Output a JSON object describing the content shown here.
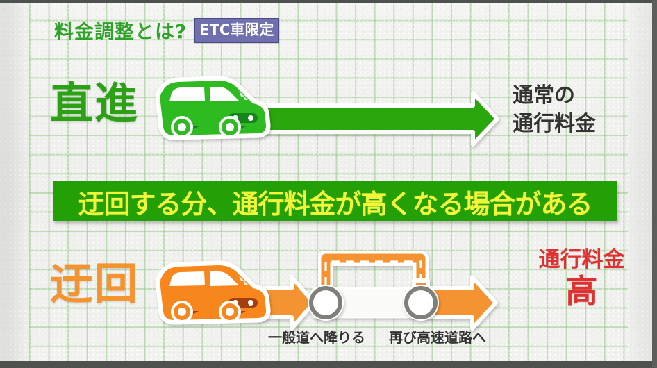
{
  "header": {
    "title": "料金調整とは?",
    "badge": "ETC車限定"
  },
  "rows": {
    "straight": {
      "label": "直進",
      "vehicle_icon": "green-car-icon",
      "arrow_icon": "green-right-arrow-icon",
      "result_line1": "通常の",
      "result_line2": "通行料金"
    },
    "detour": {
      "label": "迂回",
      "vehicle_icon": "orange-car-icon",
      "arrow_icon": "orange-right-arrow-icon",
      "exit_caption": "一般道へ降りる",
      "reenter_caption": "再び高速道路へ",
      "detour_path_icon": "dashed-detour-path-icon",
      "down_arrow_icon": "orange-down-arrow-icon",
      "node_icon": "interchange-node-icon",
      "result_line1": "通行料金",
      "result_line2": "高"
    }
  },
  "banner": {
    "text": "迂回する分、通行料金が高くなる場合がある"
  },
  "colors": {
    "green": "#2da116",
    "banner_green": "#23a006",
    "banner_text_yellow": "#f2f53a",
    "orange": "#f59331",
    "red": "#e0302f",
    "badge_purple": "#6f70ad",
    "grid_green": "#7dc16e",
    "dark_text": "#333331"
  }
}
